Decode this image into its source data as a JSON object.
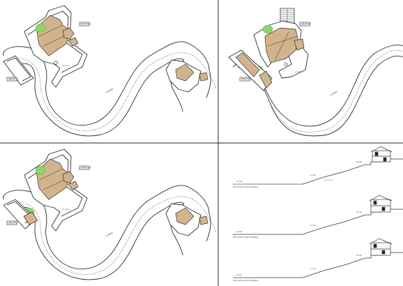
{
  "sheet": {
    "panels": [
      {
        "id": "plan-1",
        "house_tag": "GRUPO A",
        "annex_tag": "GRUPO C",
        "road_label": "CAMINO",
        "small_label": "+1.45 S"
      },
      {
        "id": "plan-2",
        "house_tag": "GRUPO A",
        "annex_tag": "GRUPO C",
        "road_label": "CAMINO",
        "small_label": "+1.45 S"
      },
      {
        "id": "plan-3",
        "house_tag": "GRUPO A",
        "annex_tag": "GRUPO C",
        "road_label": "CAMINO",
        "small_label": "+1.45 S"
      }
    ],
    "sections": [
      {
        "caption": "SECCION LONGITUDINAL",
        "level_labels": [
          "+0.00",
          "+3.40",
          "+8.20"
        ]
      },
      {
        "caption": "SECCION LONGITUDINAL",
        "level_labels": [
          "+0.00",
          "+3.40",
          "+8.20"
        ]
      },
      {
        "caption": "SECCION LONGITUDINAL",
        "level_labels": [
          "+0.00",
          "+3.40",
          "+8.20"
        ]
      }
    ],
    "colors": {
      "roof": "#d2b48c",
      "tree": "#8fd66a",
      "line": "#2a2a2a",
      "background": "#ffffff"
    }
  }
}
